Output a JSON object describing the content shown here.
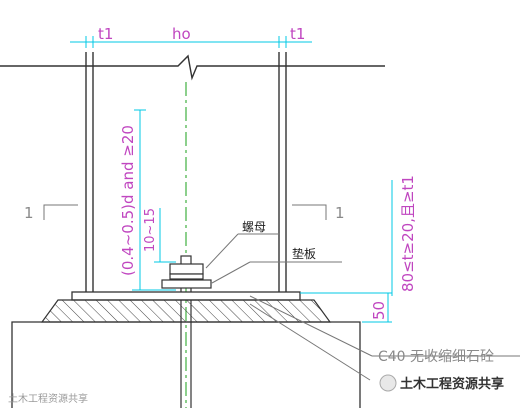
{
  "dimensions": {
    "t1_left": "t1",
    "ho": "ho",
    "t1_right": "t1",
    "embed_depth": "(0.4~0.5)d and ≥20",
    "thread_len": "10~15",
    "weld": "80≤t≥20,且≥t1",
    "grout_thickness": "50"
  },
  "section_marks": {
    "left": "1",
    "right": "1"
  },
  "labels": {
    "nut": "螺母",
    "washer": "垫板",
    "grout": "C40 无收缩细石砼"
  },
  "watermarks": {
    "left": "土木工程资源共享",
    "right": "土木工程资源共享"
  },
  "colors": {
    "dimension": "#c046c0",
    "leader_cyan": "#00c8e6",
    "centerline": "#2fa82f",
    "structure": "#333333"
  }
}
